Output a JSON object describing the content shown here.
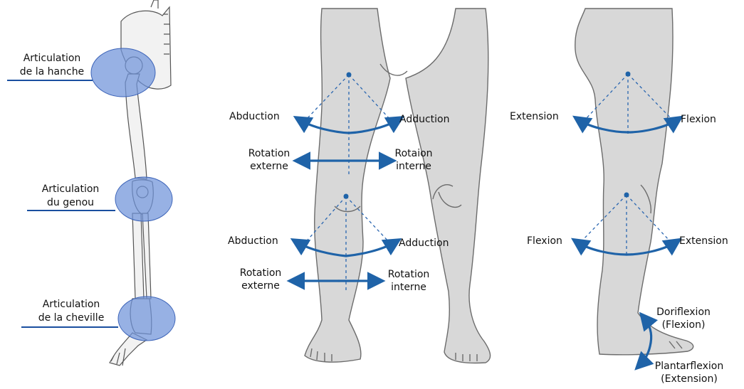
{
  "colors": {
    "skin": "#d8d8d8",
    "skin_stroke": "#6c6c6c",
    "arrow": "#1f63a8",
    "joint_highlight": "#6f93da",
    "underline": "#1a4fa0",
    "bone": "#f2f2f2"
  },
  "skeleton": {
    "hip": {
      "line1": "Articulation",
      "line2": "de la hanche"
    },
    "knee": {
      "line1": "Articulation",
      "line2": "du genou"
    },
    "ankle": {
      "line1": "Articulation",
      "line2": "de la cheville"
    }
  },
  "front_view": {
    "hip_left": "Abduction",
    "hip_right": "Adduction",
    "hip_rot_left_1": "Rotation",
    "hip_rot_left_2": "externe",
    "hip_rot_right_1": "Rotaion",
    "hip_rot_right_2": "interne",
    "knee_left": "Abduction",
    "knee_right": "Adduction",
    "knee_rot_left_1": "Rotation",
    "knee_rot_left_2": "externe",
    "knee_rot_right_1": "Rotation",
    "knee_rot_right_2": "interne"
  },
  "side_view": {
    "hip_left": "Extension",
    "hip_right": "Flexion",
    "knee_left": "Flexion",
    "knee_right": "Extension",
    "ankle_up_1": "Doriflexion",
    "ankle_up_2": "(Flexion)",
    "ankle_down_1": "Plantarflexion",
    "ankle_down_2": "(Extension)"
  }
}
